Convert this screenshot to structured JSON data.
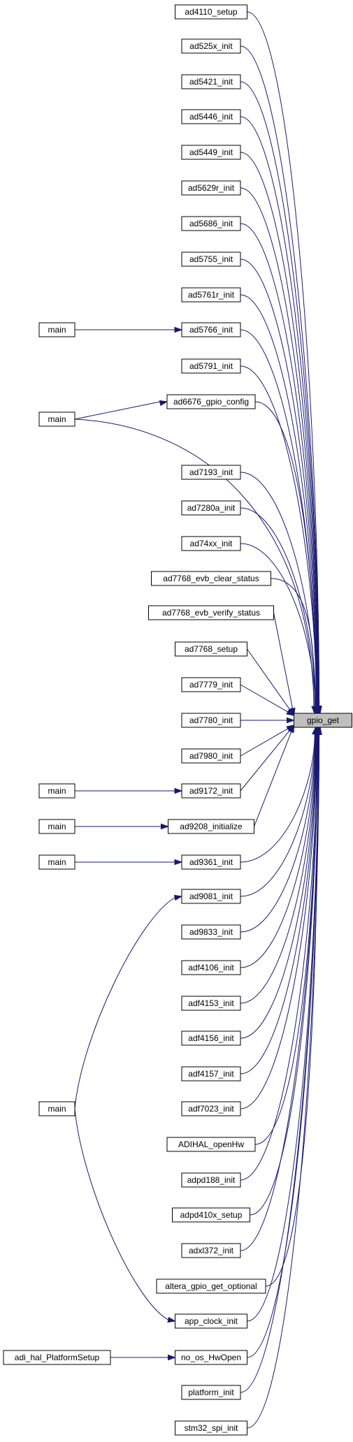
{
  "target": "gpio_get",
  "callers": [
    "ad4110_setup",
    "ad525x_init",
    "ad5421_init",
    "ad5446_init",
    "ad5449_init",
    "ad5629r_init",
    "ad5686_init",
    "ad5755_init",
    "ad5761r_init",
    "ad5766_init",
    "ad5791_init",
    "ad6676_gpio_config",
    "ad7193_init",
    "ad7280a_init",
    "ad74xx_init",
    "ad7768_evb_clear_status",
    "ad7768_evb_verify_status",
    "ad7768_setup",
    "ad7779_init",
    "ad7780_init",
    "ad7980_init",
    "ad9172_init",
    "ad9208_initialize",
    "ad9361_init",
    "ad9081_init",
    "ad9833_init",
    "adf4106_init",
    "adf4153_init",
    "adf4156_init",
    "adf4157_init",
    "adf7023_init",
    "ADIHAL_openHw",
    "adpd188_init",
    "adpd410x_setup",
    "adxl372_init",
    "altera_gpio_get_optional",
    "app_clock_init",
    "no_os_HwOpen",
    "platform_init",
    "stm32_spi_init"
  ],
  "second_level": [
    {
      "name": "main",
      "calls": [
        "ad5766_init"
      ]
    },
    {
      "name": "main",
      "calls": [
        "ad6676_gpio_config",
        "gpio_get"
      ]
    },
    {
      "name": "main",
      "calls": [
        "ad9172_init"
      ]
    },
    {
      "name": "main",
      "calls": [
        "ad9208_initialize"
      ]
    },
    {
      "name": "main",
      "calls": [
        "ad9361_init"
      ]
    },
    {
      "name": "main",
      "calls": [
        "ad9081_init",
        "app_clock_init"
      ]
    },
    {
      "name": "adi_hal_PlatformSetup",
      "calls": [
        "no_os_HwOpen"
      ]
    }
  ]
}
